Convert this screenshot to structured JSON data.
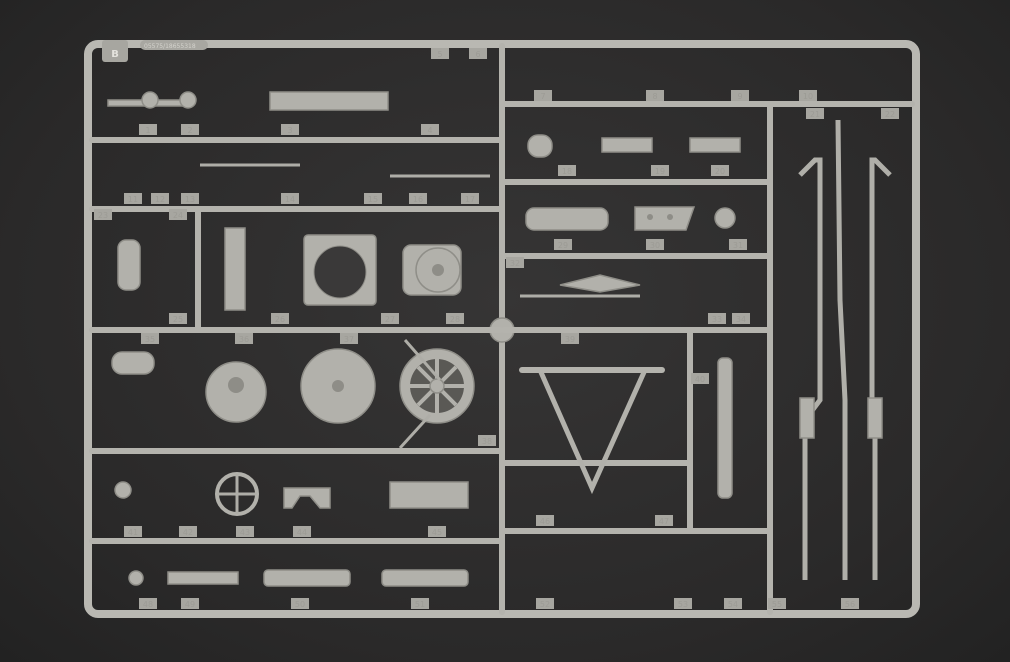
{
  "sprue": {
    "letter": "B",
    "code": "05575/18655318",
    "part_numbers": [
      "1",
      "2",
      "3",
      "4",
      "5",
      "6",
      "7",
      "8",
      "9",
      "10",
      "11",
      "12",
      "13",
      "14",
      "15",
      "16",
      "17",
      "18",
      "19",
      "20",
      "21",
      "22",
      "23",
      "24",
      "25",
      "26",
      "27",
      "28",
      "29",
      "30",
      "31",
      "32",
      "33",
      "34",
      "35",
      "36",
      "37",
      "38",
      "39",
      "40",
      "41",
      "42",
      "43",
      "44",
      "45",
      "46",
      "47",
      "48",
      "49",
      "50",
      "51",
      "52",
      "53",
      "54",
      "55",
      "56"
    ]
  },
  "colors": {
    "background": "#2b2a2a",
    "plastic": "#b4b3ad"
  }
}
